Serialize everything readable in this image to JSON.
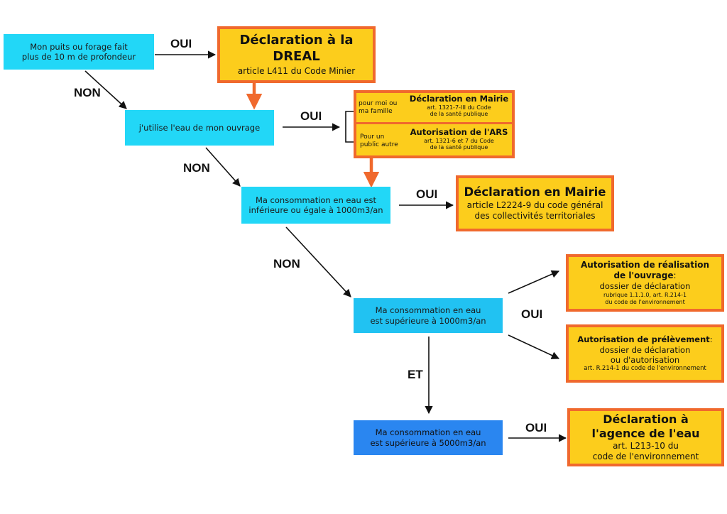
{
  "nodes": {
    "q1": {
      "l1": "Mon puits ou forage fait",
      "l2": "plus de 10 m de profondeur"
    },
    "dreal": {
      "title": "Déclaration à la DREAL",
      "ref": "article L411 du Code Minier"
    },
    "q2": {
      "text": "j'utilise l'eau de mon ouvrage"
    },
    "split": {
      "mairie_cond_l1": "pour moi ou",
      "mairie_cond_l2": "ma famille",
      "mairie_title": "Déclaration en Mairie",
      "mairie_ref_l1": "art. 1321-7-III du Code",
      "mairie_ref_l2": "de la santé publique",
      "ars_cond_l1": "Pour un",
      "ars_cond_l2": "public autre",
      "ars_title": "Autorisation de l'ARS",
      "ars_ref_l1": "art. 1321-6 et 7 du Code",
      "ars_ref_l2": "de la santé publique"
    },
    "q3": {
      "l1": "Ma consommation en eau est",
      "l2": "inférieure ou égale à 1000m3/an"
    },
    "mairie2": {
      "title": "Déclaration en Mairie",
      "l1": "article L2224-9 du code général",
      "l2": "des collectivités territoriales"
    },
    "q4": {
      "l1": "Ma consommation en eau",
      "l2": "est supérieure à 1000m3/an"
    },
    "real": {
      "t1": "Autorisation de réalisation",
      "t2": "de l'ouvrage",
      "t2suffix": ":",
      "l1": "dossier de déclaration",
      "r1": "rubrique 1.1.1.0, art. R.214-1",
      "r2": "du code de l'environnement"
    },
    "prel": {
      "t1": "Autorisation de prélèvement",
      "t1suffix": ":",
      "l1": "dossier de déclaration",
      "l2": "ou d'autorisation",
      "r1": "art. R.214-1 du code de l'environnement"
    },
    "q5": {
      "l1": "Ma consommation en eau",
      "l2": "est supérieure à 5000m3/an"
    },
    "agence": {
      "t1": "Déclaration à",
      "t2": "l'agence de l'eau",
      "l1": "art. L213-10 du",
      "l2": "code de l'environnement"
    }
  },
  "labels": {
    "oui1": "OUI",
    "non1": "NON",
    "oui2": "OUI",
    "non2": "NON",
    "oui3": "OUI",
    "non3": "NON",
    "oui4": "OUI",
    "et": "ET",
    "oui5": "OUI"
  },
  "colors": {
    "question": "#22d7f7",
    "question_dark": "#2a86f0",
    "result": "#fccd1c",
    "result_border": "#f0692d",
    "connector": "#f0692d"
  }
}
